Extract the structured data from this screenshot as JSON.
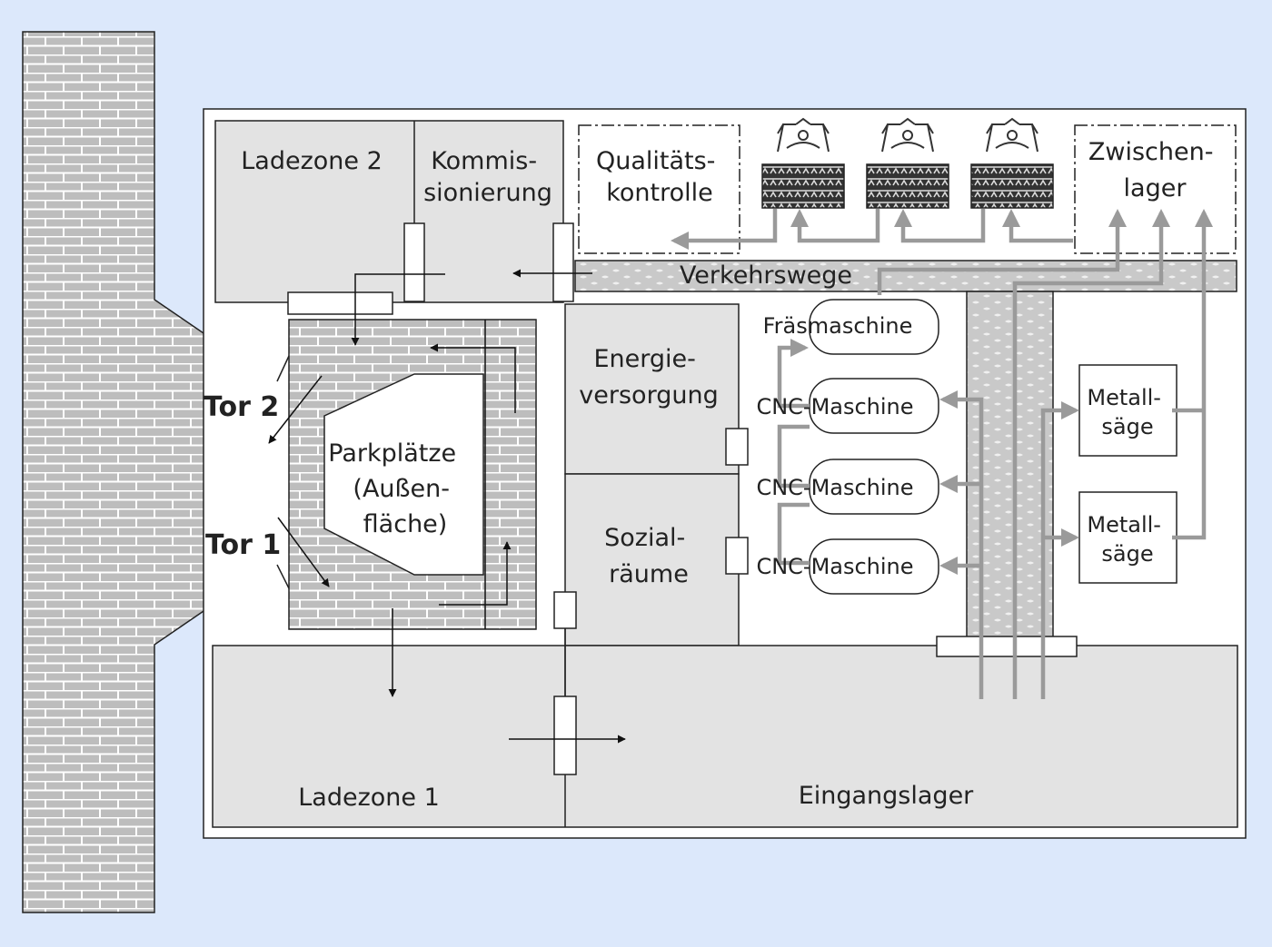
{
  "labels": {
    "ladezone2": "Ladezone 2",
    "kommissionierung": [
      "Kommis-",
      "sionierung"
    ],
    "qualitaetskontrolle": [
      "Qualitäts-",
      "kontrolle"
    ],
    "zwischenlager": [
      "Zwischen-",
      "lager"
    ],
    "verkehrswege": "Verkehrswege",
    "energieversorgung": [
      "Energie-",
      "versorgung"
    ],
    "sozialraeume": [
      "Sozial-",
      "räume"
    ],
    "parkplaetze": [
      "Parkplätze",
      "(Außen-",
      "fläche)"
    ],
    "tor2": "Tor 2",
    "tor1": "Tor 1",
    "fraesmaschine": "Fräsmaschine",
    "cnc1": "CNC-Maschine",
    "cnc2": "CNC-Maschine",
    "cnc3": "CNC-Maschine",
    "metallsaege1": [
      "Metall-",
      "säge"
    ],
    "metallsaege2": [
      "Metall-",
      "säge"
    ],
    "ladezone1": "Ladezone 1",
    "eingangslager": "Eingangslager"
  },
  "colors": {
    "background": "#dce8fb",
    "brick_fill": "#bdbdbd",
    "brick_mortar": "#ffffff",
    "room_fill": "#e3e3e3",
    "flow_arrow": "#9a9a9a",
    "line": "#222222"
  }
}
